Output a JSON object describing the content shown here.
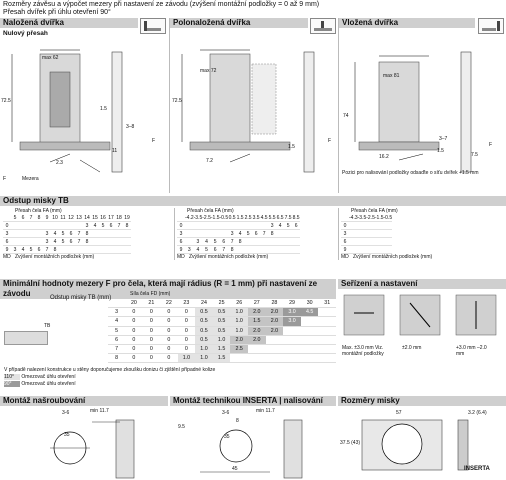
{
  "header": {
    "line1": "Rozměry závěsu a výpočet mezery při nastavení ze závodu (zvýšení montážní podložky = 0 až 9 mm)",
    "line2": "Přesah dvířek při úhlu otevření 90°"
  },
  "panels": [
    {
      "title": "Naložená dvířka",
      "subtitle": "Nulový přesah",
      "dims": [
        "max 62",
        "72.5",
        "1.5",
        "3–8",
        "2.3",
        "11",
        "F"
      ],
      "legend_code": "F",
      "legend_text": "Mezera"
    },
    {
      "title": "Polonaložená dvířka",
      "dims": [
        "max 72",
        "72.5",
        "1.5",
        "7.2",
        "F"
      ]
    },
    {
      "title": "Vložená dvířka",
      "dims": [
        "max 81",
        "74",
        "3–7",
        "1.5",
        "16.2",
        "7.5",
        "F"
      ],
      "note": "Pozici pro nalisování podložky odsaďte o síťu dvířek +1.5 mm"
    }
  ],
  "odstup": {
    "title": "Odstup misky TB",
    "header_label": "Přesah čela FA (mm)",
    "left": {
      "cols": [
        "5",
        "6",
        "7",
        "8",
        "9",
        "10",
        "11",
        "12",
        "13",
        "14",
        "15",
        "16",
        "17",
        "18",
        "19"
      ],
      "rows": [
        {
          "md": "0",
          "vals": [
            "",
            "",
            "",
            "",
            "",
            "",
            "",
            "",
            "",
            "3",
            "4",
            "5",
            "6",
            "7",
            "8"
          ]
        },
        {
          "md": "3",
          "vals": [
            "",
            "",
            "",
            "",
            "3",
            "4",
            "5",
            "6",
            "7",
            "8",
            "",
            "",
            "",
            "",
            ""
          ]
        },
        {
          "md": "6",
          "vals": [
            "",
            "",
            "",
            "",
            "3",
            "4",
            "5",
            "6",
            "7",
            "8",
            "",
            "",
            "",
            "",
            ""
          ]
        },
        {
          "md": "9",
          "vals": [
            "3",
            "4",
            "5",
            "6",
            "7",
            "8",
            "",
            "",
            "",
            "",
            "",
            "",
            "",
            "",
            ""
          ]
        }
      ],
      "footer": "Zvýšení montážních podložek (mm)"
    },
    "mid": {
      "cols": [
        "-4.2",
        "-3.5",
        "-2.5",
        "-1.5",
        "-0.5",
        "0.5",
        "1.5",
        "2.5",
        "3.5",
        "4.5",
        "5.5",
        "6.5",
        "7.5",
        "8.5"
      ],
      "rows": [
        {
          "md": "0",
          "vals": [
            "",
            "",
            "",
            "",
            "",
            "",
            "",
            "",
            "",
            "",
            "3",
            "4",
            "5",
            "6"
          ]
        },
        {
          "md": "3",
          "vals": [
            "",
            "",
            "",
            "",
            "",
            "3",
            "4",
            "5",
            "6",
            "7",
            "8",
            "",
            "",
            ""
          ]
        },
        {
          "md": "6",
          "vals": [
            "",
            "3",
            "4",
            "5",
            "6",
            "7",
            "8",
            "",
            "",
            "",
            "",
            "",
            "",
            ""
          ]
        },
        {
          "md": "9",
          "vals": [
            "3",
            "4",
            "5",
            "6",
            "7",
            "8",
            "",
            "",
            "",
            "",
            "",
            "",
            "",
            ""
          ]
        }
      ],
      "footer": "Zvýšení montážních podložek (mm)"
    },
    "right": {
      "cols": [
        "-4.3",
        "-3.5",
        "-2.5",
        "-1.5",
        "-0.5"
      ],
      "rows": [
        {
          "md": "0",
          "vals": [
            "",
            "",
            "",
            "",
            ""
          ]
        },
        {
          "md": "3",
          "vals": [
            "",
            "",
            "",
            "",
            ""
          ]
        },
        {
          "md": "6",
          "vals": [
            "",
            "",
            "",
            "",
            ""
          ]
        },
        {
          "md": "9",
          "vals": [
            "",
            "",
            "",
            "",
            ""
          ]
        }
      ],
      "footer": "Zvýšení montážních podložek (mm)"
    },
    "md_label": "MD"
  },
  "minimal": {
    "title": "Minimální hodnoty mezery F pro čela, která mají rádius (R = 1 mm) při nastavení ze závodu",
    "col_header": "Síla čela FD (mm)",
    "row_header": "Odstup misky TB (mm)",
    "cols": [
      "20",
      "21",
      "22",
      "23",
      "24",
      "25",
      "26",
      "27",
      "28",
      "29",
      "30",
      "31"
    ],
    "rows": [
      {
        "tb": "3",
        "vals": [
          "0",
          "0",
          "0",
          "0",
          "0.5",
          "0.5",
          "1.0",
          "2.0",
          "2.0",
          "3.0",
          "4.5",
          ""
        ],
        "shade": [
          0,
          0,
          0,
          0,
          1,
          1,
          1,
          2,
          2,
          3,
          3,
          0
        ]
      },
      {
        "tb": "4",
        "vals": [
          "0",
          "0",
          "0",
          "0",
          "0.5",
          "0.5",
          "1.0",
          "1.5",
          "2.0",
          "3.0",
          "",
          ""
        ],
        "shade": [
          0,
          0,
          0,
          0,
          1,
          1,
          1,
          2,
          2,
          3,
          0,
          0
        ]
      },
      {
        "tb": "5",
        "vals": [
          "0",
          "0",
          "0",
          "0",
          "0.5",
          "0.5",
          "1.0",
          "2.0",
          "2.0",
          "",
          "",
          ""
        ],
        "shade": [
          0,
          0,
          0,
          0,
          1,
          1,
          1,
          2,
          2,
          0,
          0,
          0
        ]
      },
      {
        "tb": "6",
        "vals": [
          "0",
          "0",
          "0",
          "0",
          "0.5",
          "1.0",
          "2.0",
          "2.0",
          "",
          "",
          "",
          ""
        ],
        "shade": [
          0,
          0,
          0,
          0,
          1,
          1,
          2,
          2,
          0,
          0,
          0,
          0
        ]
      },
      {
        "tb": "7",
        "vals": [
          "0",
          "0",
          "0",
          "0",
          "1.0",
          "1.5",
          "2.5",
          "",
          "",
          "",
          "",
          ""
        ],
        "shade": [
          0,
          0,
          0,
          0,
          1,
          1,
          2,
          0,
          0,
          0,
          0,
          0
        ]
      },
      {
        "tb": "8",
        "vals": [
          "0",
          "0",
          "0",
          "1.0",
          "1.0",
          "1.5",
          "",
          "",
          "",
          "",
          "",
          ""
        ],
        "shade": [
          0,
          0,
          0,
          1,
          1,
          1,
          0,
          0,
          0,
          0,
          0,
          0
        ]
      }
    ],
    "note1": "V případě nalezení konstrukce u stěny doporučujeme zkoušku donizu či zjištění případné kolize",
    "legend": [
      {
        "code": "110°",
        "text": "Omezovač úhlu otevření"
      },
      {
        "code": "90°",
        "text": "Omezovač úhlu otevření"
      }
    ],
    "tb_label": "TB"
  },
  "seizeni": {
    "title": "Seřízení a nastavení",
    "items": [
      {
        "label": "Max. ±3.0 mm Viz. montážní podložky"
      },
      {
        "label": "±2.0 mm"
      },
      {
        "label": "+3.0 mm –2.0 mm"
      }
    ]
  },
  "bottom": [
    {
      "title": "Montáž našroubování",
      "dims": [
        "3-6",
        "min 11.7",
        "35"
      ]
    },
    {
      "title": "Montáž technikou INSERTA | nalisování",
      "dims": [
        "9.5",
        "3-6",
        "min 11.7",
        "35",
        "8",
        "45"
      ]
    },
    {
      "title": "Rozměry misky",
      "dims": [
        "57",
        "3.2 (6.4)",
        "37.5 (43)"
      ],
      "brand": "INSERTA"
    }
  ],
  "colors": {
    "section_bar": "#cfcfcf",
    "shade1": "#e3e3e3",
    "shade2": "#c4c4c4",
    "shade3": "#9a9a9a"
  }
}
